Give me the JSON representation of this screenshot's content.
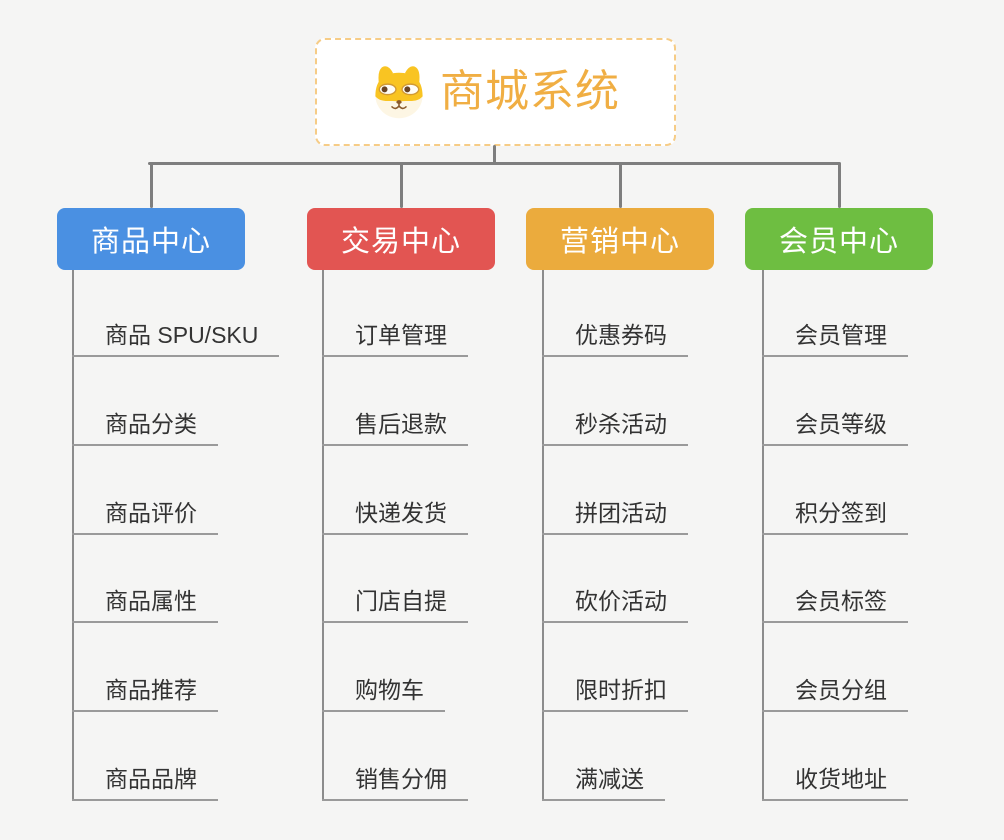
{
  "root": {
    "label": "商城系统",
    "icon": "shiba-dog-icon",
    "text_color": "#f0ae43",
    "border_color": "#f6cc86"
  },
  "colors": {
    "background": "#f5f5f4",
    "connector": "#7e7e7e",
    "branch_line": "#8c8c8c",
    "leaf_underline": "#9a9a9a",
    "leaf_text": "#333333"
  },
  "branches": [
    {
      "label": "商品中心",
      "color": "#4a90e2",
      "items": [
        "商品 SPU/SKU",
        "商品分类",
        "商品评价",
        "商品属性",
        "商品推荐",
        "商品品牌"
      ]
    },
    {
      "label": "交易中心",
      "color": "#e25552",
      "items": [
        "订单管理",
        "售后退款",
        "快递发货",
        "门店自提",
        "购物车",
        "销售分佣"
      ]
    },
    {
      "label": "营销中心",
      "color": "#ebab3d",
      "items": [
        "优惠券码",
        "秒杀活动",
        "拼团活动",
        "砍价活动",
        "限时折扣",
        "满减送"
      ]
    },
    {
      "label": "会员中心",
      "color": "#6ebe41",
      "items": [
        "会员管理",
        "会员等级",
        "积分签到",
        "会员标签",
        "会员分组",
        "收货地址"
      ]
    }
  ]
}
